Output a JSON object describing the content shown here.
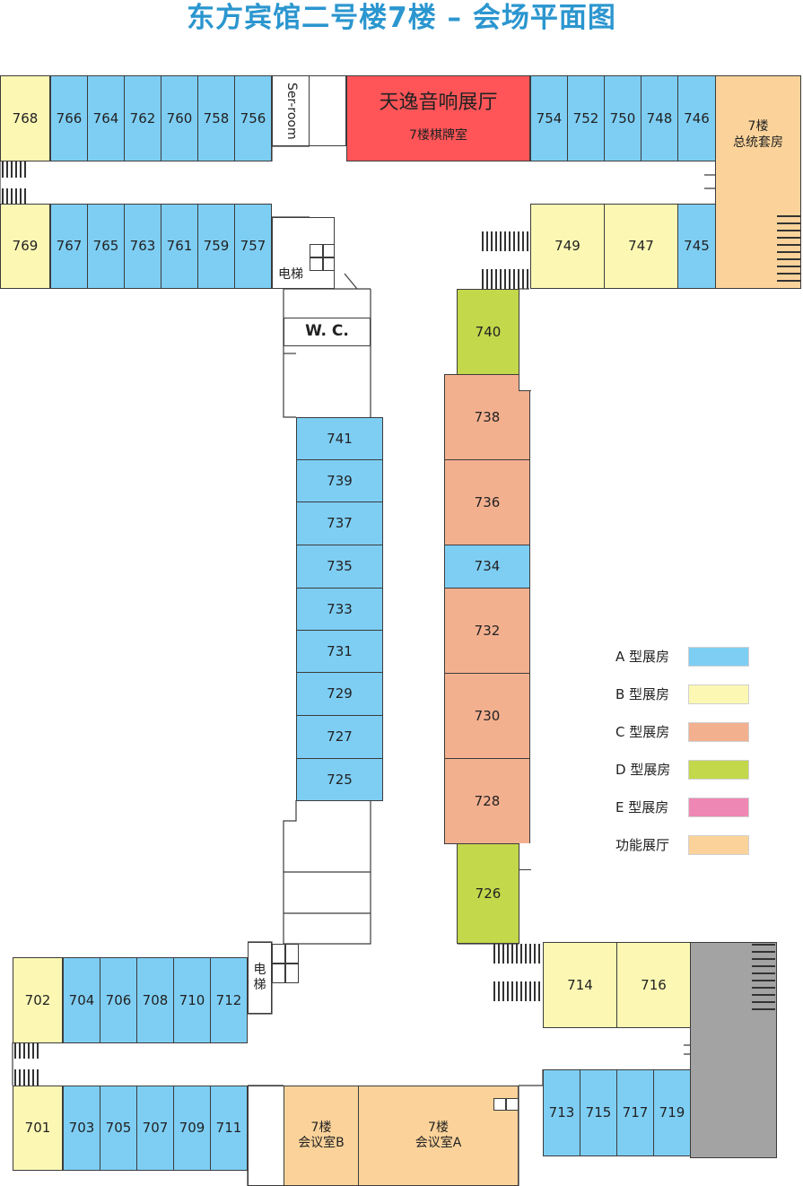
{
  "title": "东方宾馆二号楼7楼 – 会场平面图",
  "colors": {
    "A": "#7ecef4",
    "B": "#fcf8b4",
    "C": "#f3b08f",
    "D": "#c3d84a",
    "E": "#ee87b4",
    "F": "#fbd39a",
    "red": "#ff5558",
    "gray": "#a3a3a3",
    "title": "#2b96cf"
  },
  "rooms": {
    "r768": "768",
    "r766": "766",
    "r764": "764",
    "r762": "762",
    "r760": "760",
    "r758": "758",
    "r756": "756",
    "ser_room": "Ser-room",
    "hall_name": "天逸音响展厅",
    "hall_sub": "7楼棋牌室",
    "r754": "754",
    "r752": "752",
    "r750": "750",
    "r748": "748",
    "r746": "746",
    "suite": "7楼\n总统套房",
    "r769": "769",
    "r767": "767",
    "r765": "765",
    "r763": "763",
    "r761": "761",
    "r759": "759",
    "r757": "757",
    "elevator_top": "电梯",
    "r749": "749",
    "r747": "747",
    "r745": "745",
    "wc": "W. C.",
    "r740": "740",
    "r738": "738",
    "r736": "736",
    "r734": "734",
    "r732": "732",
    "r730": "730",
    "r728": "728",
    "r726": "726",
    "r741": "741",
    "r739": "739",
    "r737": "737",
    "r735": "735",
    "r733": "733",
    "r731": "731",
    "r729": "729",
    "r727": "727",
    "r725": "725",
    "elevator_bottom": "电\n梯",
    "r702": "702",
    "r704": "704",
    "r706": "706",
    "r708": "708",
    "r710": "710",
    "r712": "712",
    "r714": "714",
    "r716": "716",
    "r701": "701",
    "r703": "703",
    "r705": "705",
    "r707": "707",
    "r709": "709",
    "r711": "711",
    "meeting_b": "7楼\n会议室B",
    "meeting_a": "7楼\n会议室A",
    "r713": "713",
    "r715": "715",
    "r717": "717",
    "r719": "719"
  },
  "legend": [
    {
      "label": "A 型展房",
      "color": "#7ecef4"
    },
    {
      "label": "B 型展房",
      "color": "#fcf8b4"
    },
    {
      "label": "C 型展房",
      "color": "#f3b08f"
    },
    {
      "label": "D 型展房",
      "color": "#c3d84a"
    },
    {
      "label": "E 型展房",
      "color": "#ee87b4"
    },
    {
      "label": "功能展厅",
      "color": "#fbd39a"
    }
  ]
}
